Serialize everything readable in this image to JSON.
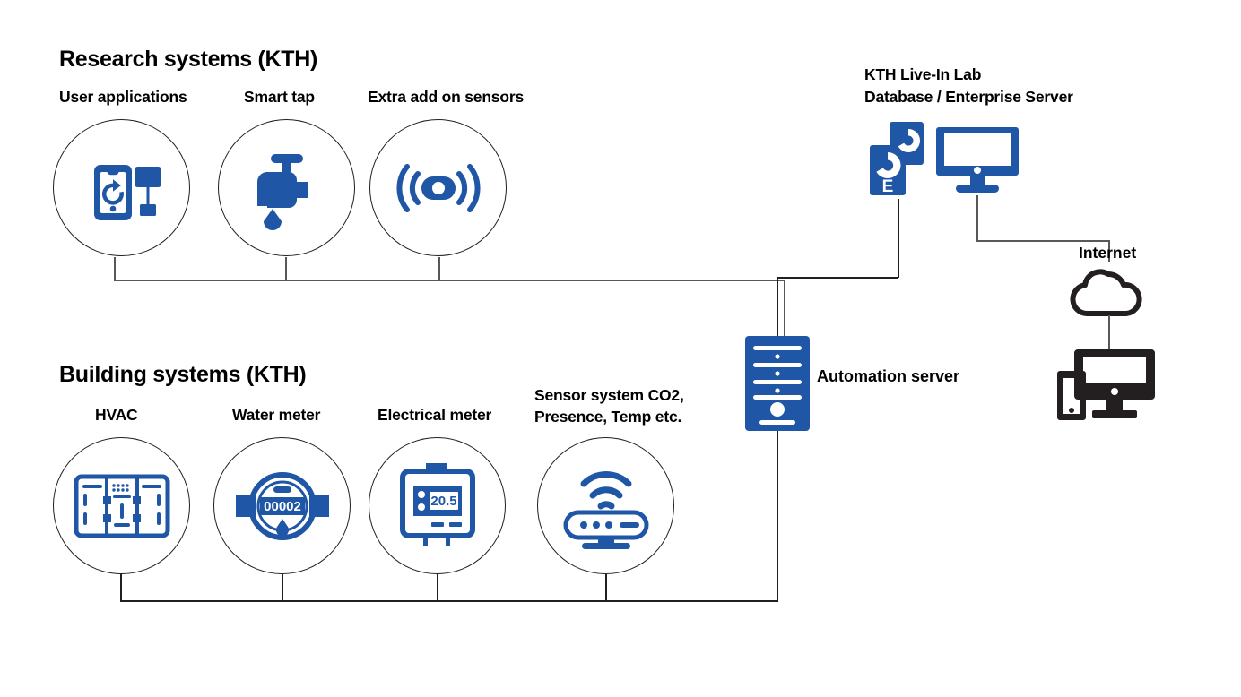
{
  "theme": {
    "accent_blue": "#1f56a5",
    "line_gray": "#58585a",
    "line_black": "#231f20",
    "text_black": "#000000",
    "background": "#ffffff"
  },
  "sections": {
    "research": {
      "title": "Research systems (KTH)",
      "nodes": [
        {
          "label": "User applications",
          "icon": "mobile-app-sync-icon"
        },
        {
          "label": "Smart tap",
          "icon": "faucet-water-drop-icon"
        },
        {
          "label": "Extra add on sensors",
          "icon": "wireless-sensor-icon"
        }
      ]
    },
    "building": {
      "title": "Building systems (KTH)",
      "nodes": [
        {
          "label": "HVAC",
          "icon": "hvac-unit-icon"
        },
        {
          "label": "Water meter",
          "icon": "water-meter-icon",
          "reading": "00002"
        },
        {
          "label": "Electrical meter",
          "icon": "electrical-meter-icon",
          "reading": "20.5"
        },
        {
          "label_line1": "Sensor system CO2,",
          "label_line2": "Presence, Temp etc.",
          "icon": "wifi-sensor-hub-icon"
        }
      ]
    }
  },
  "datacenter": {
    "title_line1": "KTH Live-In Lab",
    "title_line2": "Database / Enterprise Server",
    "database_icon": "enterprise-database-icon",
    "database_badge": "E",
    "monitor_icon": "desktop-monitor-icon"
  },
  "automation": {
    "label": "Automation server",
    "icon": "server-tower-icon"
  },
  "internet": {
    "label": "Internet",
    "cloud_icon": "cloud-icon",
    "devices_icon": "monitor-and-phone-icon"
  }
}
